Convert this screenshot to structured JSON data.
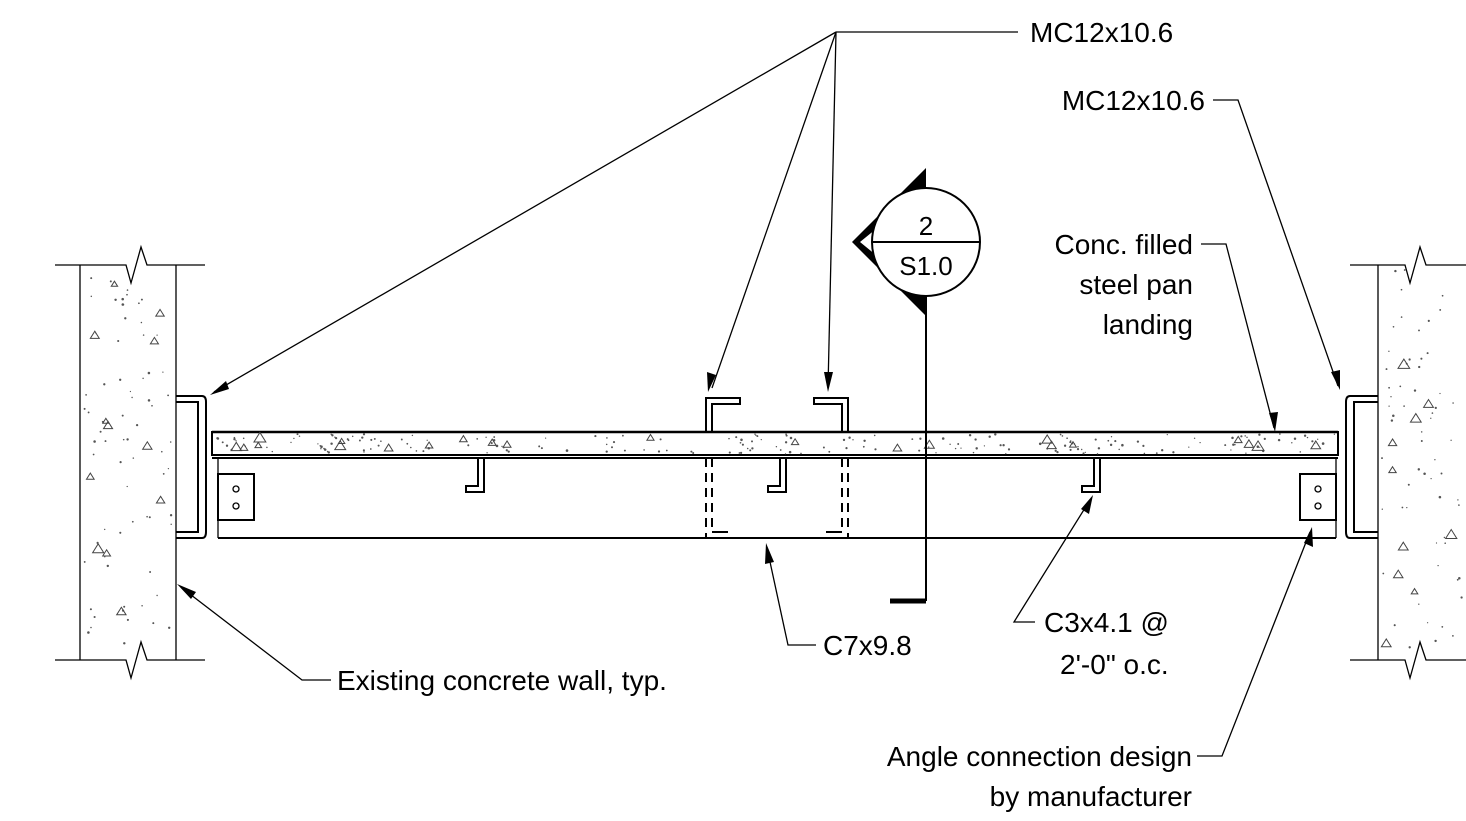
{
  "callouts": {
    "mc12_top": "MC12x10.6",
    "mc12_right": "MC12x10.6",
    "pan_line1": "Conc. filled",
    "pan_line2": "steel pan",
    "pan_line3": "landing",
    "c7": "C7x9.8",
    "c3_line1": "C3x4.1 @",
    "c3_line2": "2'-0\" o.c.",
    "wall": "Existing concrete wall, typ.",
    "angle_line1": "Angle connection design",
    "angle_line2": "by manufacturer"
  },
  "section_marker": {
    "number": "2",
    "sheet": "S1.0"
  }
}
